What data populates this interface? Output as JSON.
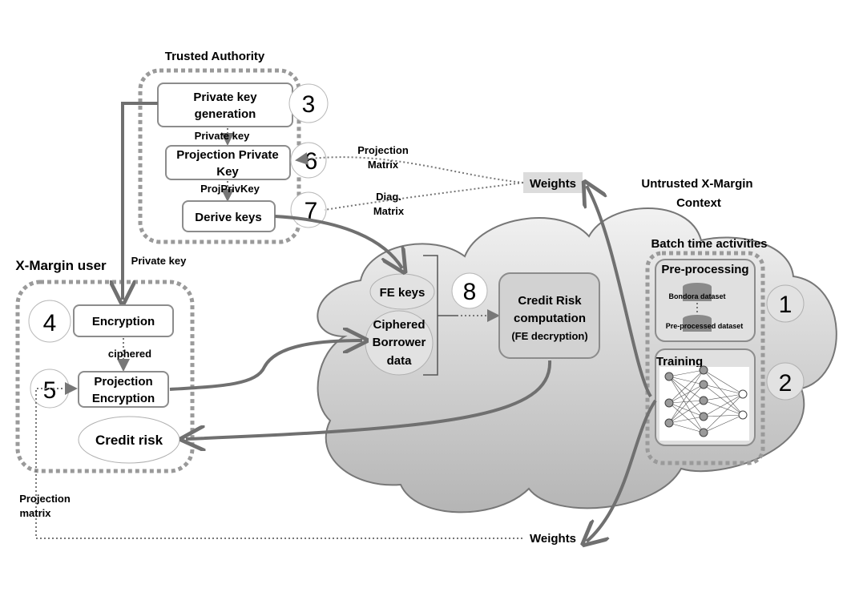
{
  "colors": {
    "cloud_top": "#f2f2f2",
    "cloud_bottom": "#b5b5b5",
    "line": "#707070",
    "box_border": "#8c8c8c"
  },
  "trusted_authority": {
    "title": "Trusted Authority",
    "private_key_generation": [
      "Private key",
      "generation"
    ],
    "private_key_label": "Private key",
    "projection_private_key": [
      "Projection Private",
      "Key"
    ],
    "projprivkey_label": "ProjPrivKey",
    "derive_keys": "Derive keys"
  },
  "xmargin_user": {
    "title": "X-Margin user",
    "private_key_label": "Private key",
    "encryption": "Encryption",
    "ciphered_label": "ciphered",
    "projection_encryption": [
      "Projection",
      "Encryption"
    ],
    "credit_risk": "Credit risk"
  },
  "untrusted": {
    "title": [
      "Untrusted X-Margin",
      "Context"
    ],
    "batch_label": "Batch time activities",
    "preprocessing": "Pre-processing",
    "bondora_dataset": "Bondora dataset",
    "preprocessed_dataset": "Pre-processed dataset",
    "training": "Training",
    "fe_keys": "FE keys",
    "ciphered_data": [
      "Ciphered",
      "Borrower",
      "data"
    ],
    "credit_risk_computation": [
      "Credit Risk",
      "computation",
      "(FE decryption)"
    ]
  },
  "flows": {
    "weights_top": "Weights",
    "weights_bottom": "Weights",
    "projection_matrix_top": [
      "Projection",
      "Matrix"
    ],
    "diag_matrix": [
      "Diag.",
      "Matrix"
    ],
    "projection_matrix_bottom": [
      "Projection",
      "matrix"
    ]
  },
  "steps": [
    "1",
    "2",
    "3",
    "4",
    "5",
    "6",
    "7",
    "8"
  ]
}
